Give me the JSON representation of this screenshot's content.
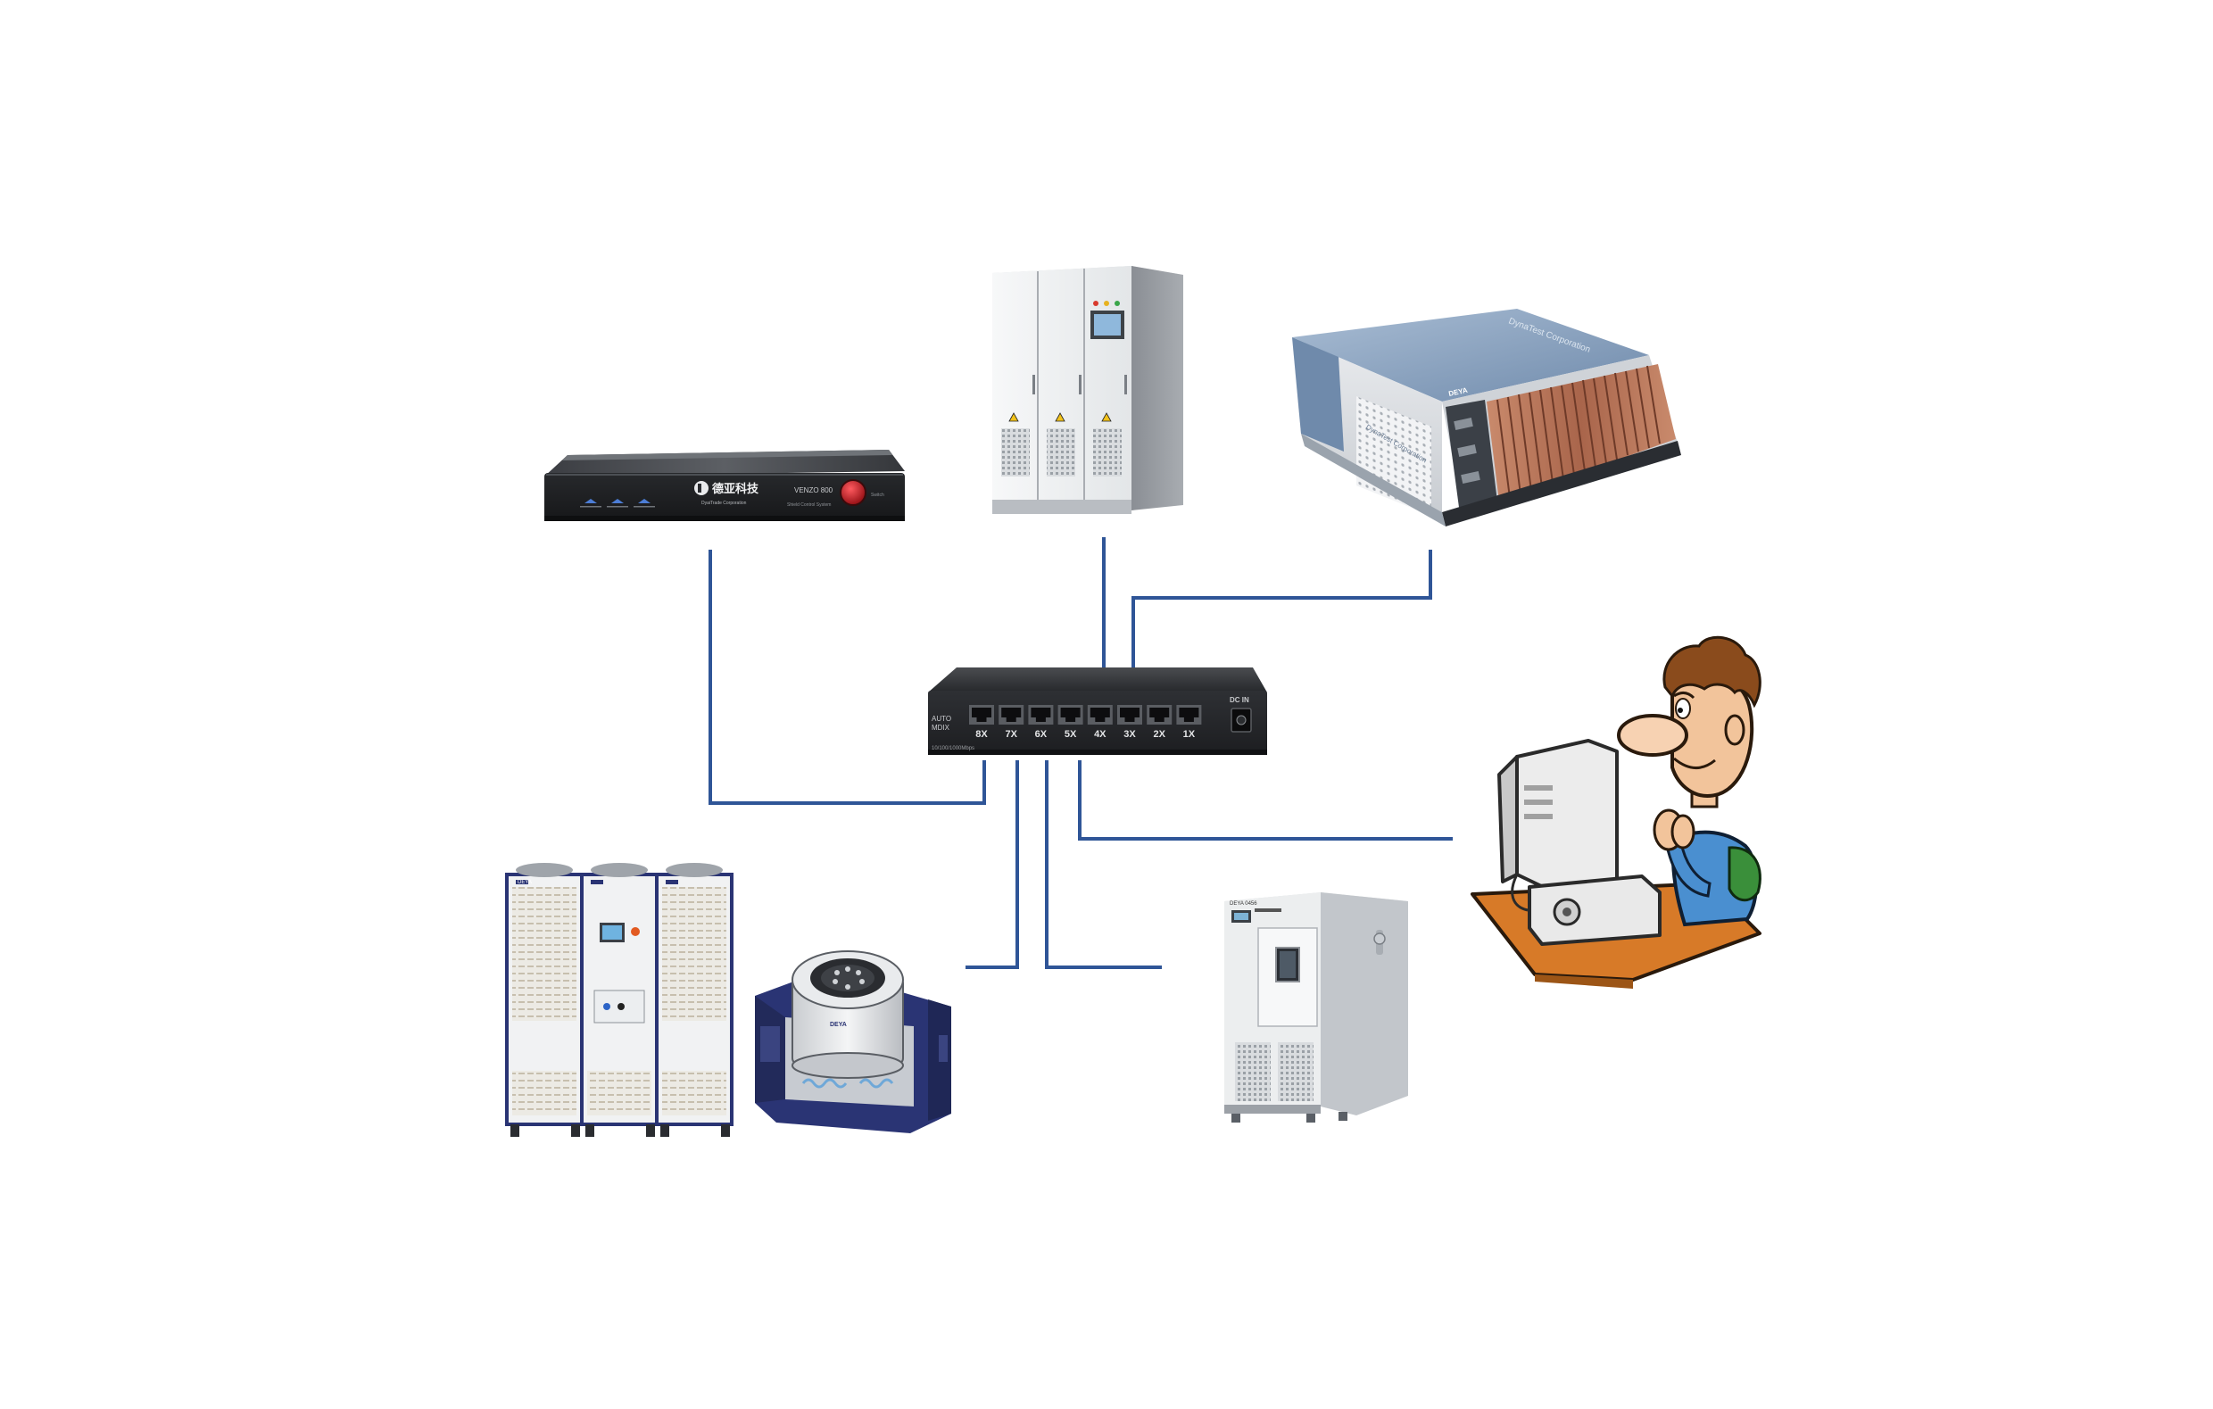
{
  "colors": {
    "background": "#ffffff",
    "link_line": "#2f5597",
    "switch_body": "#2b2d30",
    "port": "#0d0d0f",
    "cabinet_white": "#eef0f1",
    "cabinet_gray": "#8d9197",
    "chassis_blue": "#5f7ea4",
    "card_copper": "#b4735a",
    "navy_frame": "#2a3474",
    "desk_orange": "#d77a28",
    "skin": "#f2c49b",
    "shirt_blue": "#4a8fd0",
    "led_red": "#c8141c"
  },
  "devices": {
    "controller": {
      "icon": "rack-controller-icon",
      "brand": "德亚科技",
      "brand_sub": "DyaiTrade Corporation",
      "model": "VENZO 800",
      "model_sub": "Shield  Control System",
      "power_label": "Switch"
    },
    "power_cabinet": {
      "icon": "power-cabinet-icon"
    },
    "pxi_chassis": {
      "icon": "pxi-chassis-icon",
      "top_label": "DynaTest Corporation",
      "front_label": "DynaTest Corporation",
      "badge": "DEYA"
    },
    "switch": {
      "icon": "ethernet-switch-icon",
      "auto_label": "AUTO",
      "mdix_label": "MDIX",
      "speed_label": "10/100/1000Mbps",
      "dc_label": "DC IN",
      "ports": [
        "8X",
        "7X",
        "6X",
        "5X",
        "4X",
        "3X",
        "2X",
        "1X"
      ]
    },
    "operator": {
      "icon": "operator-workstation-icon"
    },
    "battery_cabinets": {
      "icon": "battery-cabinet-icon",
      "badge": "DEYA"
    },
    "vibration_table": {
      "icon": "vibration-shaker-icon",
      "badge": "DEYA"
    },
    "climate_chamber": {
      "icon": "climate-chamber-icon",
      "nameplate": "DEYA 0456"
    }
  }
}
